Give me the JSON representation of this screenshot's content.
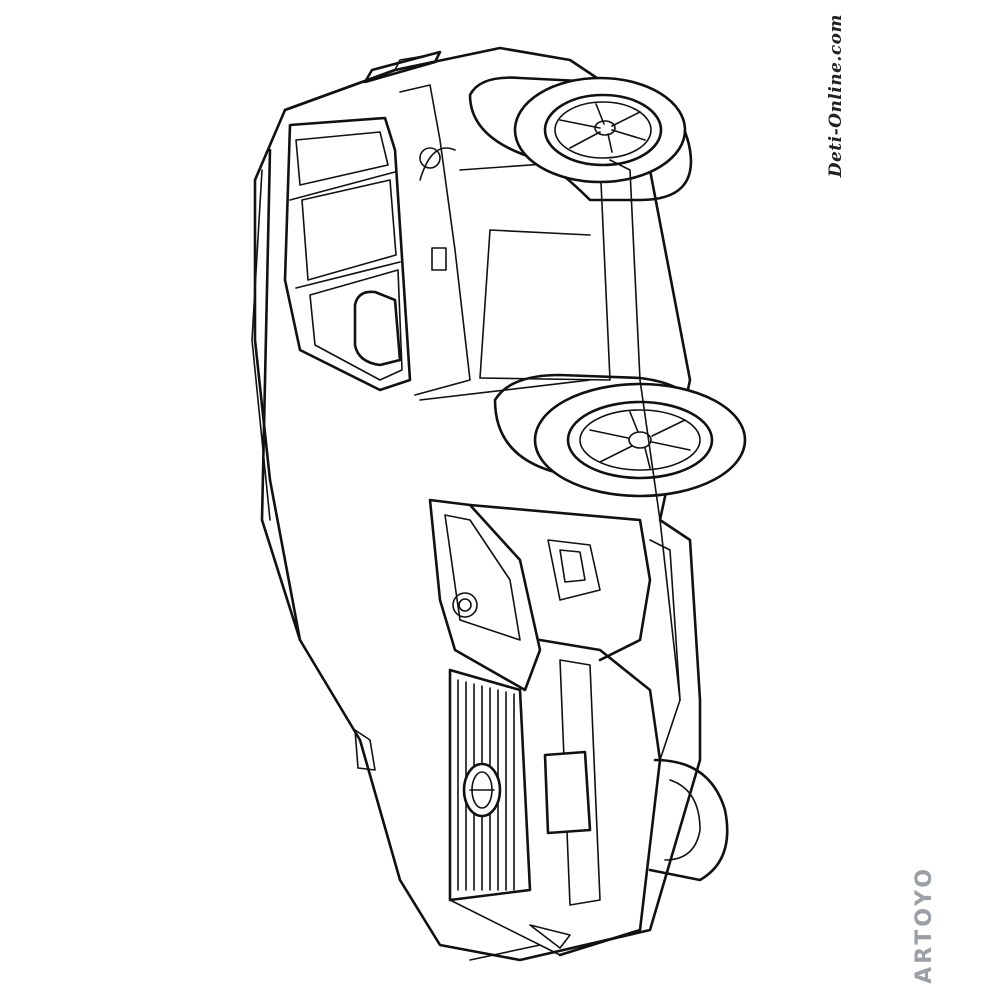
{
  "image": {
    "subject": "toyota-suv-coloring-page",
    "background_color": "#ffffff",
    "line_color": "#111111"
  },
  "watermarks": {
    "top": "Deti-Online.com",
    "bottom": "ARTOYO",
    "bottom_color": "#9aa0a6"
  }
}
